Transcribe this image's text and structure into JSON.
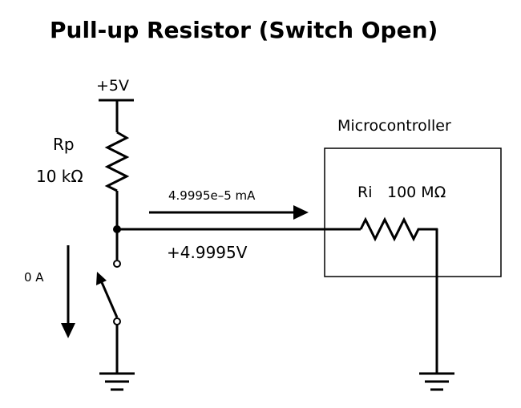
{
  "title": "Pull-up Resistor (Switch Open)",
  "supply_label": "+5V",
  "pullup_resistor": {
    "name": "Rp",
    "value": "10 kΩ"
  },
  "microcontroller": {
    "label": "Microcontroller",
    "input_resistor_name": "Ri",
    "input_resistor_value": "100 MΩ"
  },
  "current_to_mcu": "4.9995e–5 mA",
  "node_voltage": "+4.9995V",
  "switch_current": "0 A",
  "icons": {
    "supply": "supply-rail-icon",
    "ground": "ground-icon",
    "resistor": "resistor-icon",
    "switch": "open-switch-icon",
    "arrow": "current-arrow-icon"
  }
}
